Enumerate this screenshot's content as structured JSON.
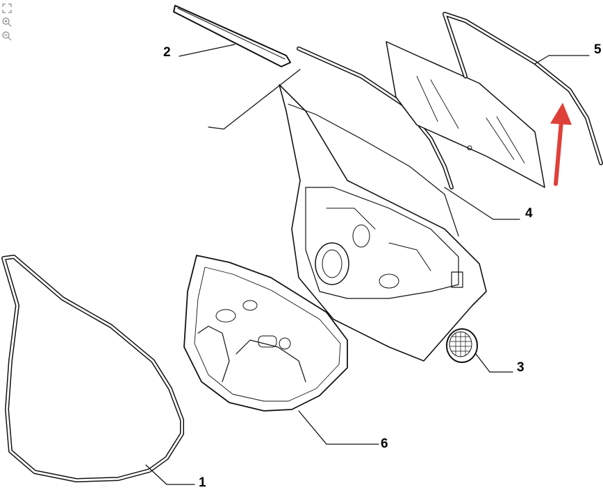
{
  "toolbar": {
    "fit_icon": "fit-to-window-icon",
    "zoom_in_icon": "zoom-in-icon",
    "zoom_out_icon": "zoom-out-icon"
  },
  "callouts": {
    "c1": "1",
    "c2": "2",
    "c3": "3",
    "c4": "4",
    "c5": "5",
    "c6": "6"
  },
  "colors": {
    "line": "#111111",
    "arrow": "#e0403a",
    "background": "#ffffff"
  }
}
